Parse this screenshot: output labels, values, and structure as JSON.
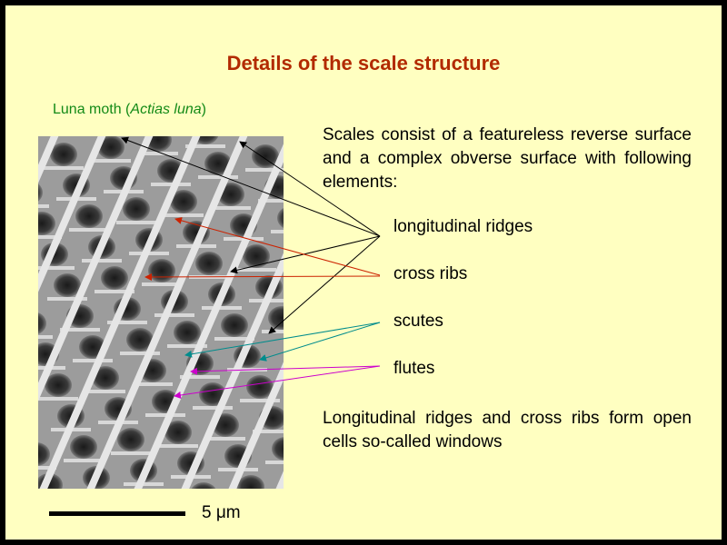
{
  "title": "Details of the scale structure",
  "caption": {
    "prefix": "Luna moth (",
    "species": "Actias luna",
    "suffix": ")"
  },
  "intro": "Scales consist of a featureless reverse surface and a complex obverse surface with following elements:",
  "labels": [
    {
      "name": "longitudinal-ridges",
      "text": "longitudinal ridges",
      "arrow_color": "#000000"
    },
    {
      "name": "cross-ribs",
      "text": "cross ribs",
      "arrow_color": "#cc2200"
    },
    {
      "name": "scutes",
      "text": "scutes",
      "arrow_color": "#008c8c"
    },
    {
      "name": "flutes",
      "text": "flutes",
      "arrow_color": "#cc00cc"
    }
  ],
  "conclusion": "Longitudinal ridges and cross ribs form open cells so-called windows",
  "scale_bar": {
    "label": "5 μm"
  },
  "colors": {
    "background": "#ffffc1",
    "frame": "#000000",
    "title": "#b22a00",
    "caption": "#138a17"
  },
  "image": {
    "description_icon": "sem-micrograph"
  }
}
